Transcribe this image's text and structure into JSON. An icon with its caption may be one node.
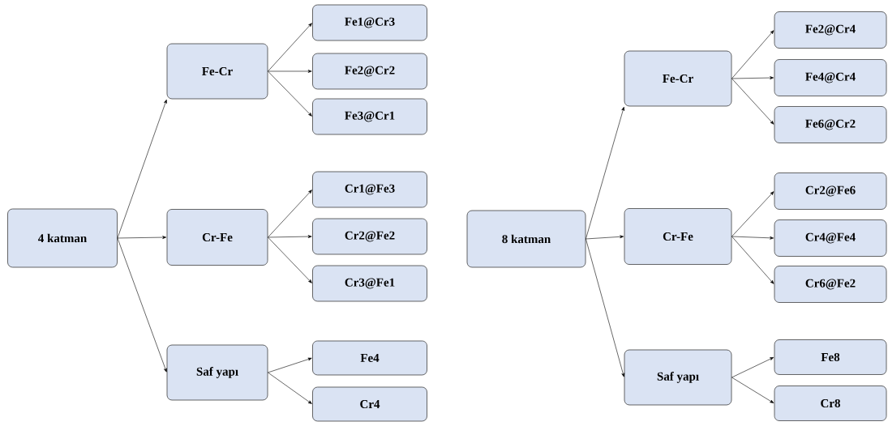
{
  "diagram": {
    "nodes": [
      {
        "text": [
          "4 katman"
        ]
      },
      {
        "text": [
          "Fe-Cr"
        ]
      },
      {
        "text": [
          "Fe1@Cr3"
        ]
      },
      {
        "text": [
          "Fe2@Cr2"
        ]
      },
      {
        "text": [
          "Fe3@Cr1"
        ]
      },
      {
        "text": [
          "Cr-Fe"
        ]
      },
      {
        "text": [
          "Cr1@Fe3"
        ]
      },
      {
        "text": [
          "Cr2@Fe2"
        ]
      },
      {
        "text": [
          "Cr3@Fe1"
        ]
      },
      {
        "text": [
          "Saf yapı"
        ]
      },
      {
        "text": [
          "Fe4"
        ]
      },
      {
        "text": [
          "Cr4"
        ]
      },
      {
        "text": [
          "8 katman"
        ]
      },
      {
        "text": [
          "Fe-Cr"
        ]
      },
      {
        "text": [
          "Fe2@Cr4"
        ]
      },
      {
        "text": [
          "Fe4@Cr4"
        ]
      },
      {
        "text": [
          "Fe6@Cr2"
        ]
      },
      {
        "text": [
          "Cr-Fe"
        ]
      },
      {
        "text": [
          "Cr2@Fe6"
        ]
      },
      {
        "text": [
          "Cr4@Fe4"
        ]
      },
      {
        "text": [
          "Cr6@Fe2"
        ]
      },
      {
        "text": [
          "Saf yapı"
        ]
      },
      {
        "text": [
          "Fe8"
        ]
      },
      {
        "text": [
          "Cr8"
        ]
      }
    ],
    "edges": [
      {
        "from": 0,
        "to": 1,
        "arrow": "to"
      },
      {
        "from": 0,
        "to": 5,
        "arrow": "to"
      },
      {
        "from": 0,
        "to": 9,
        "arrow": "to"
      },
      {
        "from": 1,
        "to": 2,
        "arrow": "to"
      },
      {
        "from": 1,
        "to": 3,
        "arrow": "to"
      },
      {
        "from": 1,
        "to": 4,
        "arrow": "to"
      },
      {
        "from": 5,
        "to": 6,
        "arrow": "to"
      },
      {
        "from": 5,
        "to": 7,
        "arrow": "to"
      },
      {
        "from": 5,
        "to": 8,
        "arrow": "to"
      },
      {
        "from": 9,
        "to": 10,
        "arrow": "to"
      },
      {
        "from": 9,
        "to": 11,
        "arrow": "to"
      },
      {
        "from": 12,
        "to": 13,
        "arrow": "to"
      },
      {
        "from": 12,
        "to": 17,
        "arrow": "to"
      },
      {
        "from": 12,
        "to": 21,
        "arrow": "to"
      },
      {
        "from": 13,
        "to": 14,
        "arrow": "to"
      },
      {
        "from": 13,
        "to": 15,
        "arrow": "to"
      },
      {
        "from": 13,
        "to": 16,
        "arrow": "to"
      },
      {
        "from": 17,
        "to": 18,
        "arrow": "to"
      },
      {
        "from": 17,
        "to": 19,
        "arrow": "to"
      },
      {
        "from": 17,
        "to": 20,
        "arrow": "to"
      },
      {
        "from": 21,
        "to": 22,
        "arrow": "to"
      },
      {
        "from": 21,
        "to": 23,
        "arrow": "to"
      }
    ]
  }
}
